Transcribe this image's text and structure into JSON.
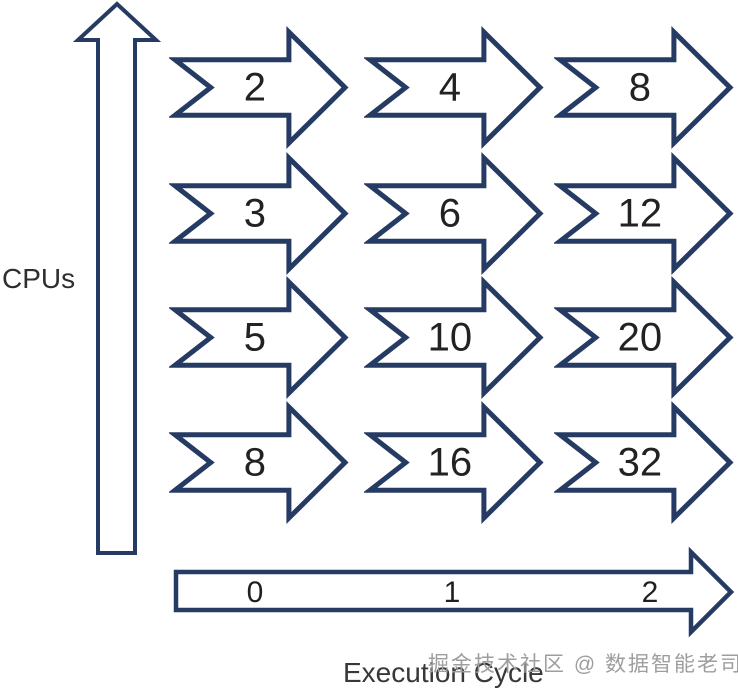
{
  "diagram": {
    "title_hint": "CPUs vs Execution Cycle scaling arrows",
    "y_axis": {
      "label": "CPUs"
    },
    "x_axis": {
      "label": "Execution Cycle",
      "ticks": [
        "0",
        "1",
        "2"
      ]
    },
    "grid": {
      "columns": 3,
      "rows": [
        {
          "values": [
            "2",
            "4",
            "8"
          ]
        },
        {
          "values": [
            "3",
            "6",
            "12"
          ]
        },
        {
          "values": [
            "5",
            "10",
            "20"
          ]
        },
        {
          "values": [
            "8",
            "16",
            "32"
          ]
        }
      ]
    },
    "watermark": "掘金技术社区 @ 数据智能老司机",
    "colors": {
      "arrow_outline": "#263b63",
      "arrow_fill": "#ffffff",
      "number_text": "#222222",
      "label_text": "#383838",
      "watermark_text": "#9e9e9e"
    }
  }
}
